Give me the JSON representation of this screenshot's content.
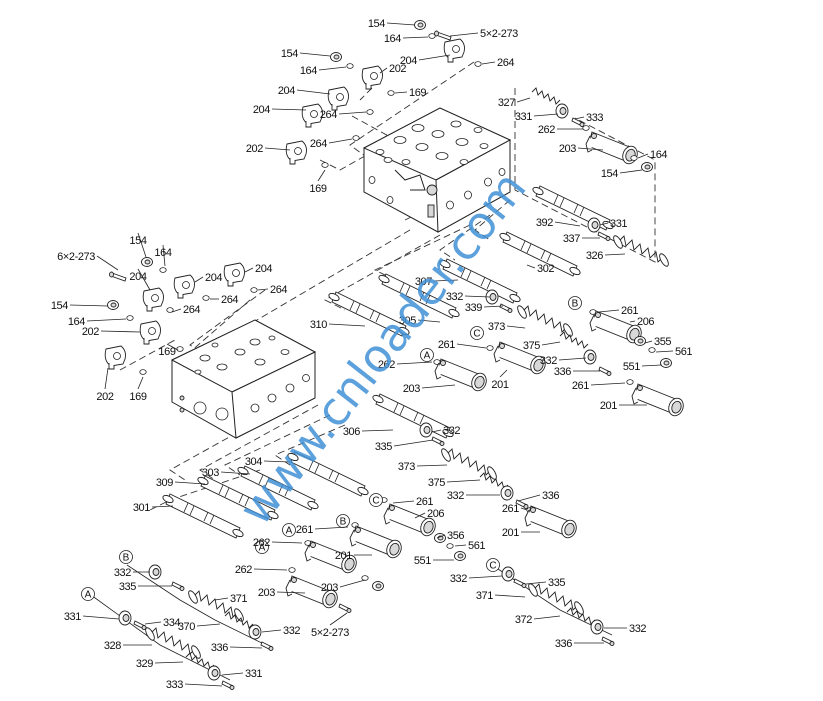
{
  "diagram": {
    "title": "Control valve exploded parts diagram",
    "watermark": "www.cnloader.com",
    "watermark_color": "#3f8fd6",
    "labels": [
      {
        "id": "l1",
        "text": "154"
      },
      {
        "id": "l2",
        "text": "5×2-273"
      },
      {
        "id": "l3",
        "text": "164"
      },
      {
        "id": "l4",
        "text": "204"
      },
      {
        "id": "l5",
        "text": "264"
      },
      {
        "id": "l6",
        "text": "154"
      },
      {
        "id": "l7",
        "text": "164"
      },
      {
        "id": "l8",
        "text": "202"
      },
      {
        "id": "l9",
        "text": "204"
      },
      {
        "id": "l10",
        "text": "169"
      },
      {
        "id": "l11",
        "text": "204"
      },
      {
        "id": "l12",
        "text": "264"
      },
      {
        "id": "l13",
        "text": "264"
      },
      {
        "id": "l14",
        "text": "202"
      },
      {
        "id": "l15",
        "text": "169"
      },
      {
        "id": "l16",
        "text": "327"
      },
      {
        "id": "l17",
        "text": "331"
      },
      {
        "id": "l18",
        "text": "333"
      },
      {
        "id": "l19",
        "text": "262"
      },
      {
        "id": "l20",
        "text": "203"
      },
      {
        "id": "l21",
        "text": "164"
      },
      {
        "id": "l22",
        "text": "154"
      },
      {
        "id": "l23",
        "text": "392"
      },
      {
        "id": "l24",
        "text": "331"
      },
      {
        "id": "l25",
        "text": "337"
      },
      {
        "id": "l26",
        "text": "326"
      },
      {
        "id": "l27",
        "text": "6×2-273"
      },
      {
        "id": "l28",
        "text": "154"
      },
      {
        "id": "l29",
        "text": "164"
      },
      {
        "id": "l30",
        "text": "204"
      },
      {
        "id": "l31",
        "text": "204"
      },
      {
        "id": "l32",
        "text": "204"
      },
      {
        "id": "l33",
        "text": "264"
      },
      {
        "id": "l34",
        "text": "264"
      },
      {
        "id": "l35",
        "text": "264"
      },
      {
        "id": "l36",
        "text": "154"
      },
      {
        "id": "l37",
        "text": "164"
      },
      {
        "id": "l38",
        "text": "202"
      },
      {
        "id": "l39",
        "text": "169"
      },
      {
        "id": "l40",
        "text": "202"
      },
      {
        "id": "l41",
        "text": "169"
      },
      {
        "id": "l42",
        "text": "302"
      },
      {
        "id": "l43",
        "text": "307"
      },
      {
        "id": "l44",
        "text": "332"
      },
      {
        "id": "l45",
        "text": "339"
      },
      {
        "id": "l46",
        "text": "261"
      },
      {
        "id": "l47",
        "text": "206"
      },
      {
        "id": "l48",
        "text": "310"
      },
      {
        "id": "l49",
        "text": "305"
      },
      {
        "id": "l50",
        "text": "373"
      },
      {
        "id": "l51",
        "text": "355"
      },
      {
        "id": "l52",
        "text": "561"
      },
      {
        "id": "l53",
        "text": "261"
      },
      {
        "id": "l54",
        "text": "375"
      },
      {
        "id": "l55",
        "text": "551"
      },
      {
        "id": "l56",
        "text": "262"
      },
      {
        "id": "l57",
        "text": "332"
      },
      {
        "id": "l58",
        "text": "336"
      },
      {
        "id": "l59",
        "text": "203"
      },
      {
        "id": "l60",
        "text": "201"
      },
      {
        "id": "l61",
        "text": "261"
      },
      {
        "id": "l62",
        "text": "201"
      },
      {
        "id": "l63",
        "text": "306"
      },
      {
        "id": "l64",
        "text": "332"
      },
      {
        "id": "l65",
        "text": "335"
      },
      {
        "id": "l66",
        "text": "304"
      },
      {
        "id": "l67",
        "text": "373"
      },
      {
        "id": "l68",
        "text": "303"
      },
      {
        "id": "l69",
        "text": "375"
      },
      {
        "id": "l70",
        "text": "309"
      },
      {
        "id": "l71",
        "text": "332"
      },
      {
        "id": "l72",
        "text": "336"
      },
      {
        "id": "l73",
        "text": "261"
      },
      {
        "id": "l74",
        "text": "206"
      },
      {
        "id": "l75",
        "text": "301"
      },
      {
        "id": "l76",
        "text": "261"
      },
      {
        "id": "l77",
        "text": "261"
      },
      {
        "id": "l78",
        "text": "356"
      },
      {
        "id": "l79",
        "text": "201"
      },
      {
        "id": "l80",
        "text": "262"
      },
      {
        "id": "l81",
        "text": "201"
      },
      {
        "id": "l82",
        "text": "561"
      },
      {
        "id": "l83",
        "text": "551"
      },
      {
        "id": "l84",
        "text": "262"
      },
      {
        "id": "l85",
        "text": "203"
      },
      {
        "id": "l86",
        "text": "332"
      },
      {
        "id": "l87",
        "text": "335"
      },
      {
        "id": "l88",
        "text": "203"
      },
      {
        "id": "l89",
        "text": "332"
      },
      {
        "id": "l90",
        "text": "335"
      },
      {
        "id": "l91",
        "text": "371"
      },
      {
        "id": "l92",
        "text": "371"
      },
      {
        "id": "l93",
        "text": "331"
      },
      {
        "id": "l94",
        "text": "334"
      },
      {
        "id": "l95",
        "text": "370"
      },
      {
        "id": "l96",
        "text": "332"
      },
      {
        "id": "l97",
        "text": "372"
      },
      {
        "id": "l98",
        "text": "332"
      },
      {
        "id": "l99",
        "text": "328"
      },
      {
        "id": "l100",
        "text": "336"
      },
      {
        "id": "l101",
        "text": "336"
      },
      {
        "id": "l102",
        "text": "5×2-273"
      },
      {
        "id": "l103",
        "text": "329"
      },
      {
        "id": "l104",
        "text": "331"
      },
      {
        "id": "l105",
        "text": "333"
      }
    ],
    "callouts": [
      {
        "id": "c1",
        "text": "B"
      },
      {
        "id": "c2",
        "text": "C"
      },
      {
        "id": "c3",
        "text": "A"
      },
      {
        "id": "c4",
        "text": "C"
      },
      {
        "id": "c5",
        "text": "B"
      },
      {
        "id": "c6",
        "text": "A"
      },
      {
        "id": "c7",
        "text": "A"
      },
      {
        "id": "c8",
        "text": "B"
      },
      {
        "id": "c9",
        "text": "A"
      },
      {
        "id": "c10",
        "text": "C"
      }
    ]
  }
}
